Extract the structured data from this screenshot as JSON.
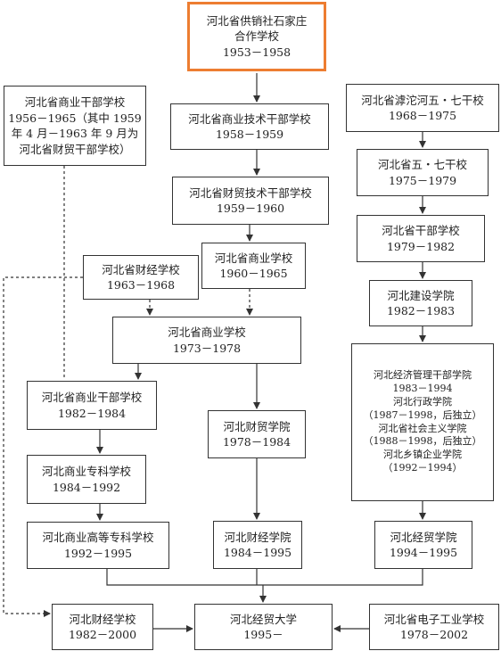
{
  "nodes": {
    "coop": {
      "name": "河北省供销社石家庄",
      "name2": "合作学校",
      "years": "1953－1958"
    },
    "tech_cadre": {
      "name": "河北省商业技术干部学校",
      "years": "1958－1959"
    },
    "fin_tech": {
      "name": "河北省财贸技术干部学校",
      "years": "1959－1960"
    },
    "commerce_1960": {
      "name": "河北省商业学校",
      "years": "1960－1965"
    },
    "cadre_1956": {
      "line1": "河北省商业干部学校",
      "line2": "1956－1965（其中 1959",
      "line3": "年 4 月－1963 年 9 月为",
      "line4": "河北省财贸干部学校）"
    },
    "fin_econ_1963": {
      "name": "河北省财经学校",
      "years": "1963－1968"
    },
    "commerce_1973": {
      "name": "河北省商业学校",
      "years": "1973－1978"
    },
    "cadre_1982": {
      "name": "河北省商业干部学校",
      "years": "1982－1984"
    },
    "vocational": {
      "name": "河北商业专科学校",
      "years": "1984－1992"
    },
    "higher_vocational": {
      "name": "河北商业高等专科学校",
      "years": "1992－1995"
    },
    "caimao_college": {
      "name": "河北财贸学院",
      "years": "1978－1984"
    },
    "caijing_college": {
      "name": "河北财经学院",
      "years": "1984－1995"
    },
    "fin_econ_school": {
      "name": "河北财经学校",
      "years": "1982－2000"
    },
    "university": {
      "name": "河北经贸大学",
      "years": "1995－"
    },
    "electronics": {
      "name": "河北省电子工业学校",
      "years": "1978－2002"
    },
    "hutuo": {
      "name": "河北省滹沱河五・七干校",
      "years": "1968－1975"
    },
    "wuqi": {
      "name": "河北省五・七干校",
      "years": "1975－1979"
    },
    "cadre_school": {
      "name": "河北省干部学校",
      "years": "1979－1982"
    },
    "construction": {
      "name": "河北建设学院",
      "years": "1982－1983"
    },
    "econ_mgmt": {
      "l1": "河北经济管理干部学院",
      "l2": "1983－1994",
      "l3": "河北行政学院",
      "l4": "（1987－1998，后独立）",
      "l5": "河北省社会主义学院",
      "l6": "（1988－1998，后独立）",
      "l7": "河北乡镇企业学院",
      "l8": "（1992－1994）"
    },
    "jingmao_college": {
      "name": "河北经贸学院",
      "years": "1994－1995"
    }
  },
  "colors": {
    "highlight": "#ed7d31",
    "line": "#333333"
  }
}
